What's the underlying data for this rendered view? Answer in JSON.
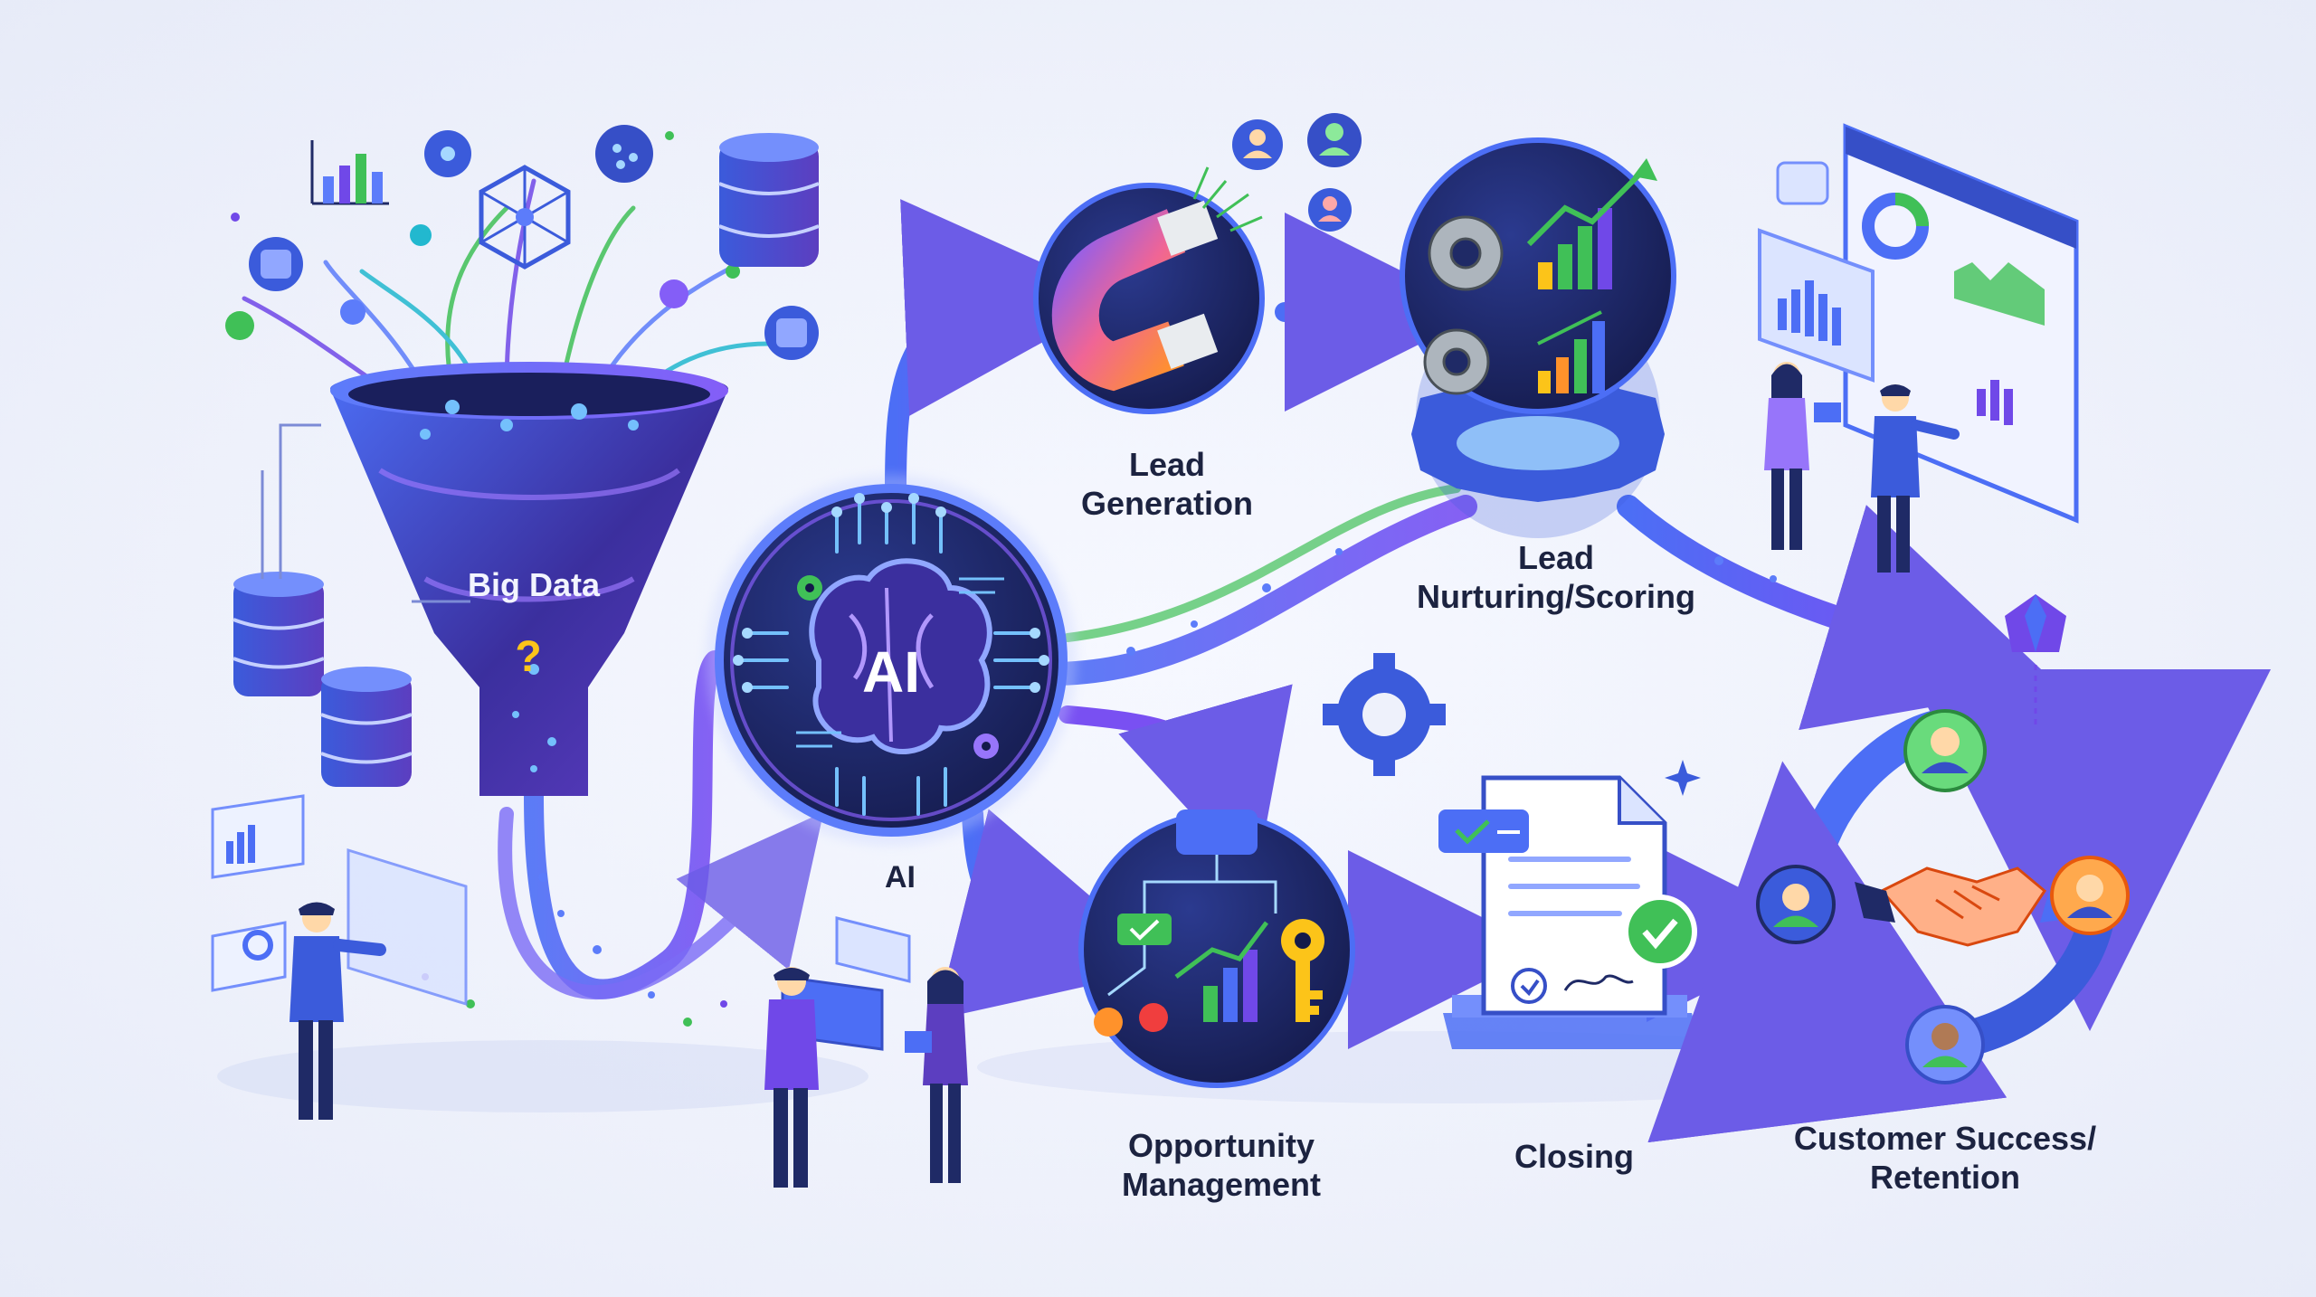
{
  "stages": {
    "big_data": "Big Data",
    "ai_core": "AI",
    "ai": "AI",
    "lead_generation": [
      "Lead",
      "Generation"
    ],
    "lead_nurturing": [
      "Lead",
      "Nurturing/Scoring"
    ],
    "opportunity_management": [
      "Opportunity",
      "Management"
    ],
    "closing": "Closing",
    "customer_success": [
      "Customer Success/",
      "Retention"
    ]
  },
  "colors": {
    "navy": "#1f2a66",
    "blue": "#3b5bdb",
    "purple": "#7048e8",
    "violet": "#8b5cf6",
    "green": "#40c057",
    "teal": "#22b8cf",
    "orange": "#ff922b",
    "gold": "#fcc419",
    "red": "#f03e3e"
  },
  "icons": [
    "database-icon",
    "network-icon",
    "bar-chart-icon",
    "magnet-icon",
    "gear-icon",
    "brain-icon",
    "flowchart-icon",
    "key-icon",
    "document-icon",
    "checkmark-icon",
    "handshake-icon",
    "user-icon",
    "gem-icon",
    "sparkle-icon"
  ]
}
